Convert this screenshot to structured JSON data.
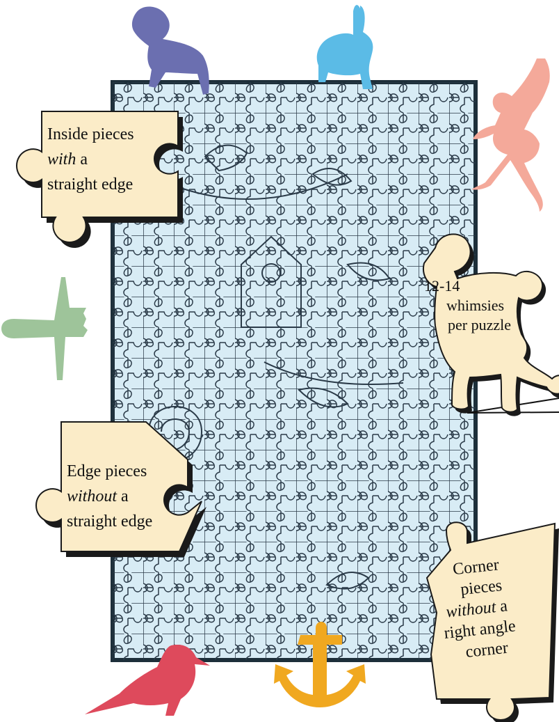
{
  "colors": {
    "puzzle_fill": "#d8ecf5",
    "puzzle_border": "#1d2f3a",
    "line": "#2a3a48",
    "label_fill": "#fbecc8",
    "label_shadow": "#1a1a1a",
    "dog": "#6b6fb0",
    "rabbit": "#5bbbe6",
    "dancer": "#f4a99a",
    "plane": "#9ec49a",
    "bird": "#de4a5c",
    "anchor": "#f0a820"
  },
  "labels": {
    "inside": {
      "line1": "Inside pieces",
      "line2_em": "with",
      "line2_rest": " a",
      "line3": "straight edge"
    },
    "whimsies": {
      "line1": "12-14",
      "line2": "whimsies",
      "line3": "per puzzle"
    },
    "edge": {
      "line1": "Edge pieces",
      "line2_em": "without",
      "line2_rest": " a",
      "line3": "straight edge"
    },
    "corner": {
      "line1": "Corner",
      "line2": "pieces",
      "line3_em": "without",
      "line3_rest": " a",
      "line4": "right angle",
      "line5": "corner"
    }
  },
  "whimsies": {
    "top": [
      "dog-icon",
      "rabbit-icon"
    ],
    "right": [
      "dancer-icon",
      "poodle-icon"
    ],
    "left": [
      "airplane-icon"
    ],
    "bottom": [
      "bird-icon",
      "anchor-icon"
    ]
  }
}
